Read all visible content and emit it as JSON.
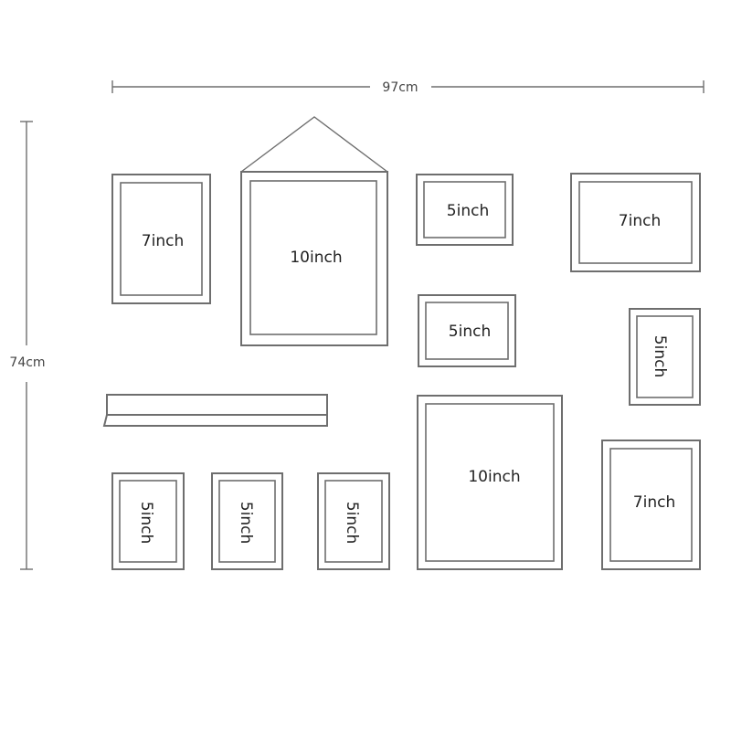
{
  "dimensions": {
    "width_label": "97cm",
    "height_label": "74cm"
  },
  "frames": {
    "f1": "7inch",
    "f2": "10inch",
    "f3": "5inch",
    "f4": "7inch",
    "f5": "5inch",
    "f6": "5inch",
    "f7": "5inch",
    "f8": "5inch",
    "f9": "5inch",
    "f10": "10inch",
    "f11": "7inch"
  },
  "colors": {
    "line": "#6e6e6e",
    "text": "#222222",
    "background": "#ffffff"
  }
}
